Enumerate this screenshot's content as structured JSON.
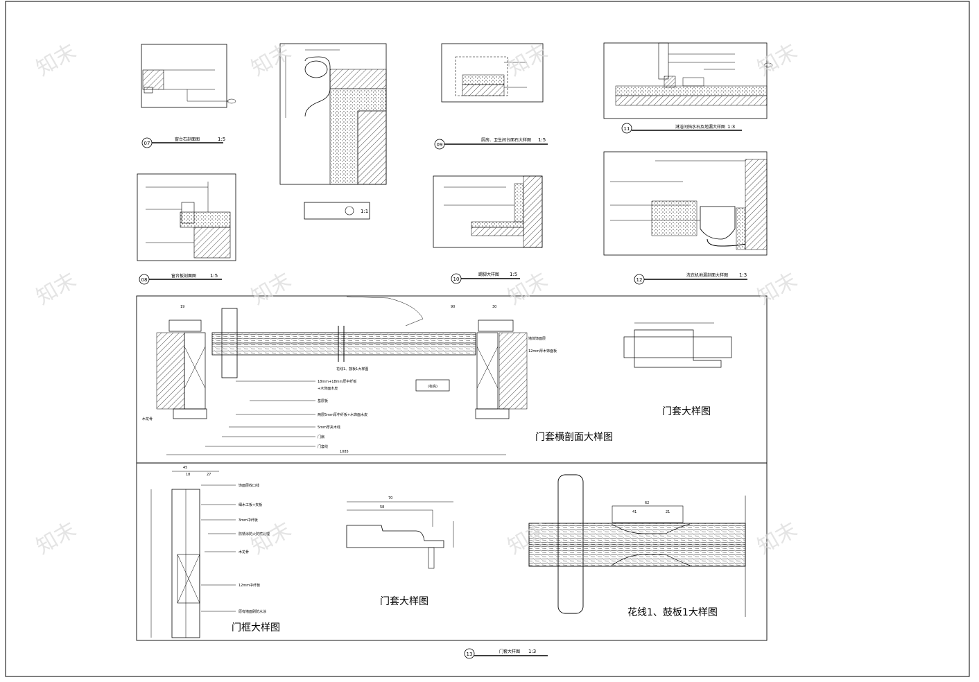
{
  "drawing": {
    "title_07": "窗台石剖面图",
    "scale_07": "1:5",
    "num_07": "07",
    "title_08": "窗台板剖面图",
    "scale_08": "1:5",
    "num_08": "08",
    "scale_center": "1:1",
    "title_09": "厨房、卫生间台面石大样图",
    "scale_09": "1:5",
    "num_09": "09",
    "title_10": "踢脚大样图",
    "scale_10": "1:5",
    "num_10": "10",
    "title_11": "淋浴间挡水石及地漏大样图",
    "scale_11": "1:3",
    "num_11": "11",
    "title_12": "洗衣机地漏剖面大样图",
    "scale_12": "1:3",
    "num_12": "12",
    "title_13": "门套大样图",
    "scale_13": "1:3",
    "num_13": "13"
  },
  "door_section": {
    "title": "门套横剖面大样图",
    "note_top": "花线1、鼓板1大样图",
    "note_1": "18mm+18mm厚中纤板",
    "note_1b": "+木饰面木皮",
    "note_2": "基层板",
    "note_3": "两层5mm厚中纤板+木饰面木皮",
    "note_4": "5mm厚夹木线",
    "note_5": "门扇",
    "note_6": "门套线",
    "note_side_left": "木龙骨",
    "note_side_right1": "墙体饰面层",
    "note_side_right2": "12mm厚木饰面板",
    "interior_label": "(标高)",
    "dim_total": "1085",
    "dim_19": "19",
    "dim_90": "90",
    "dim_30": "30"
  },
  "door_trim_top": {
    "title": "门套大样图"
  },
  "door_frame": {
    "title": "门框大样图",
    "note_1": "饰面层收口线",
    "note_2": "细木工板+夹板",
    "note_3": "3mm中纤板",
    "note_4": "防锈涂防火防腐处理",
    "note_5": "木龙骨",
    "note_6": "12mm中纤板",
    "note_7": "原有墙面刷防水涂",
    "dim_45": "45",
    "dim_18": "18",
    "dim_27": "27"
  },
  "door_trim_bottom": {
    "title": "门套大样图",
    "dim_70": "70",
    "dim_58": "58"
  },
  "flower_line": {
    "title": "花线1、鼓板1大样图",
    "dim_62": "62",
    "dim_41": "41",
    "dim_21": "21"
  },
  "watermark": {
    "text": "知末"
  }
}
